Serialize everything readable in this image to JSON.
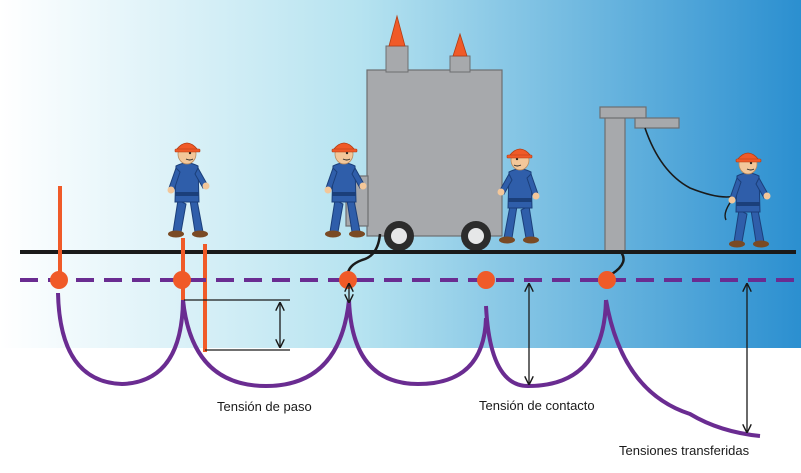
{
  "labels": {
    "step_voltage": "Tensión de paso",
    "touch_voltage": "Tensión de contacto",
    "transferred_voltages": "Tensiones transferidas"
  },
  "colors": {
    "sky_left": "#ffffff",
    "sky_right": "#2b8fd0",
    "ground_line": "#1a1a1a",
    "potential_line": "#6a2c91",
    "potential_curve": "#6a2c91",
    "rod": "#f05a28",
    "node": "#f05a28",
    "worker_uniform": "#2f5eaa",
    "worker_helmet": "#f05a28",
    "worker_skin": "#f3c79a",
    "transformer_body": "#a7a9ac",
    "bushing": "#f05a28",
    "pole": "#a7a9ac",
    "arrow": "#1a1a1a"
  },
  "icons": [
    "worker-icon",
    "transformer-icon",
    "switch-pole-icon",
    "ground-rod-icon"
  ]
}
